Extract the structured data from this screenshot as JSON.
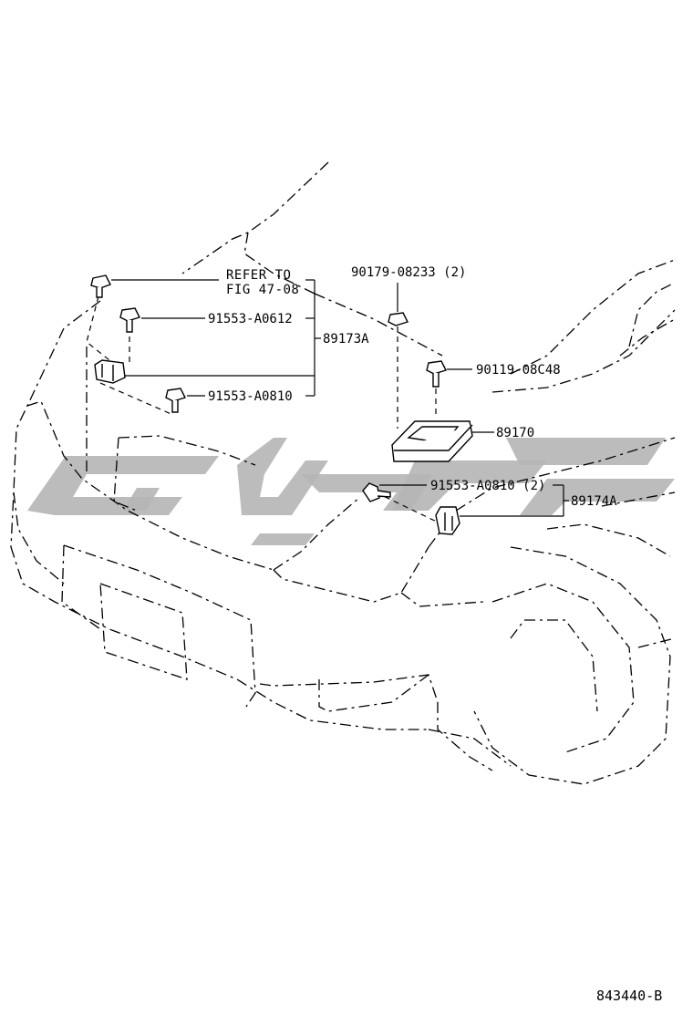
{
  "labels": {
    "refer_line1": "REFER TO",
    "refer_line2": "FIG 47-08",
    "p_91553_A0612": "91553-A0612",
    "p_91553_A0810": "91553-A0810",
    "p_89173A": "89173A",
    "p_90179_08233": "90179-08233 (2)",
    "p_90119_08C48": "90119-08C48",
    "p_89170": "89170",
    "p_91553_A0810_2": "91553-A0810 (2)",
    "p_89174A": "89174A"
  },
  "figure_code": "843440-B",
  "colors": {
    "line": "#000000",
    "watermark": "#b5b5b5",
    "background": "#ffffff"
  }
}
